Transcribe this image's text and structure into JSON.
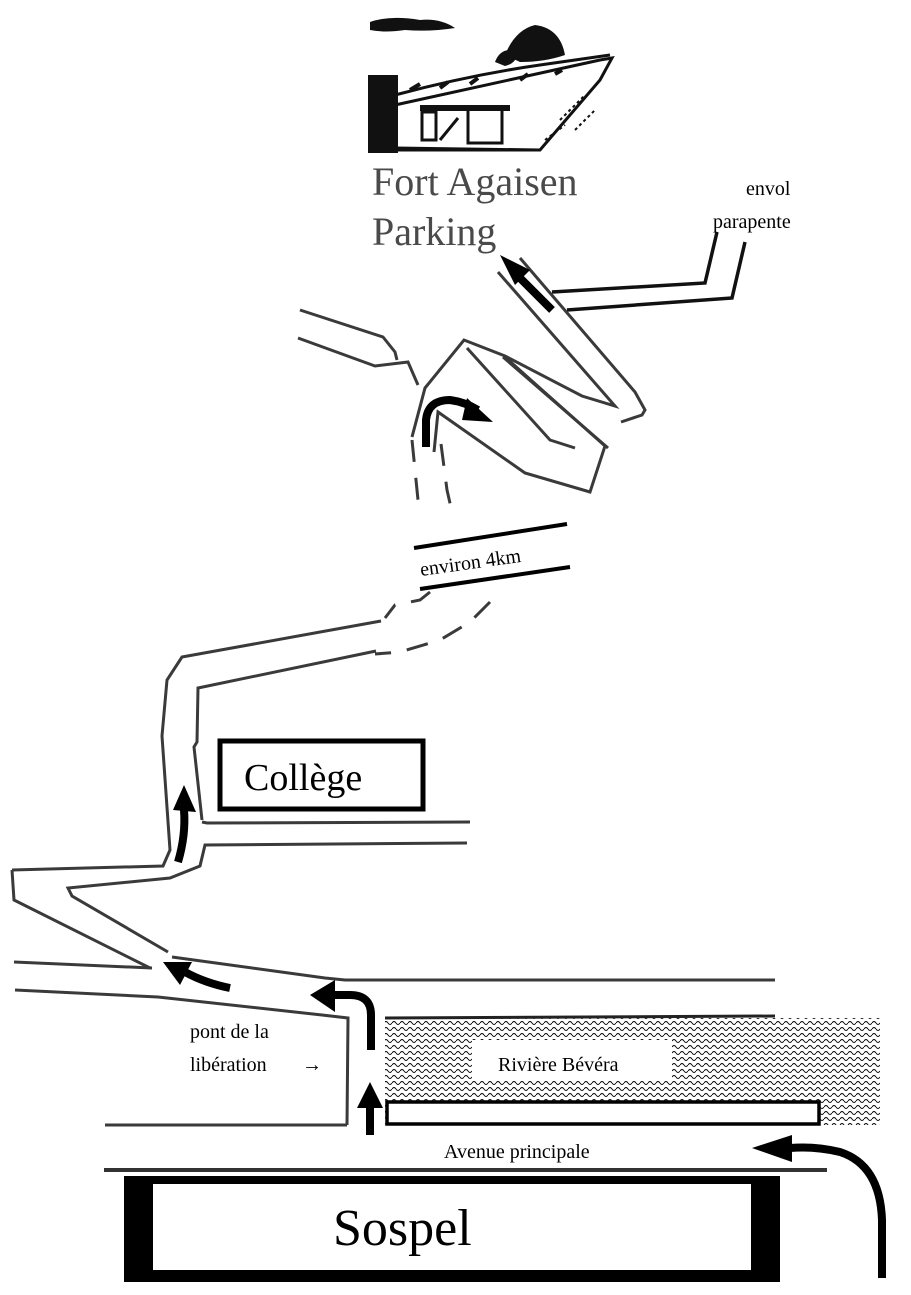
{
  "map": {
    "destination": {
      "line1": "Fort Agaisen",
      "line2": "Parking",
      "illustration": "fort-sketch-illustration"
    },
    "labels": {
      "paragliding_line1": "envol",
      "paragliding_line2": "parapente",
      "distance": "environ 4km",
      "college": "Collège",
      "bridge_line1": "pont de la",
      "bridge_line2": "libération",
      "bridge_pointer": "→",
      "river": "Rivière Bévéra",
      "avenue": "Avenue principale",
      "town": "Sospel"
    },
    "colors": {
      "road": "#3a3a3a",
      "route_arrow": "#000000",
      "title_text": "#4a4a4a",
      "river_pattern": "#000000"
    },
    "icons": {
      "route_arrows": [
        "arrow-up",
        "arrow-turn-left",
        "arrow-left",
        "arrow-up-curve",
        "arrow-turn-right",
        "arrow-up-left",
        "arrow-curve-left"
      ]
    }
  }
}
